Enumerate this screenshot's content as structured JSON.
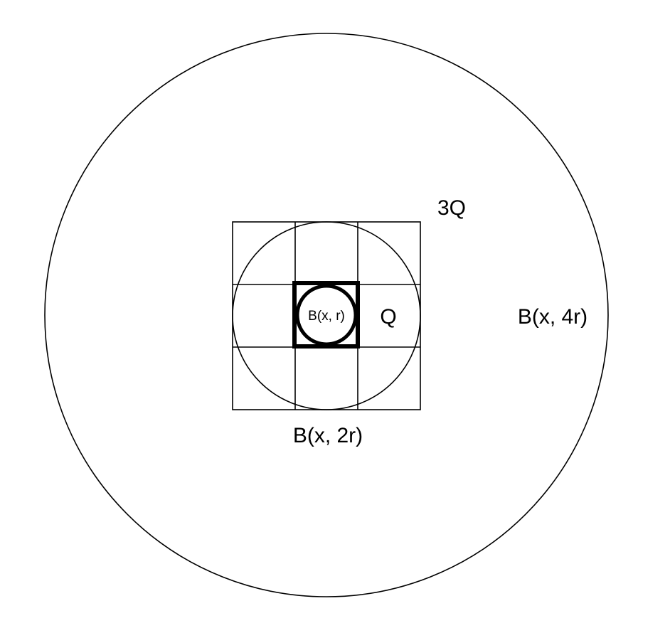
{
  "labels": {
    "ball_r": "B(x, r)",
    "cube_q": "Q",
    "cube_3q": "3Q",
    "ball_2r": "B(x, 2r)",
    "ball_4r": "B(x, 4r)"
  },
  "colors": {
    "stroke": "#000000",
    "background": "#ffffff"
  }
}
